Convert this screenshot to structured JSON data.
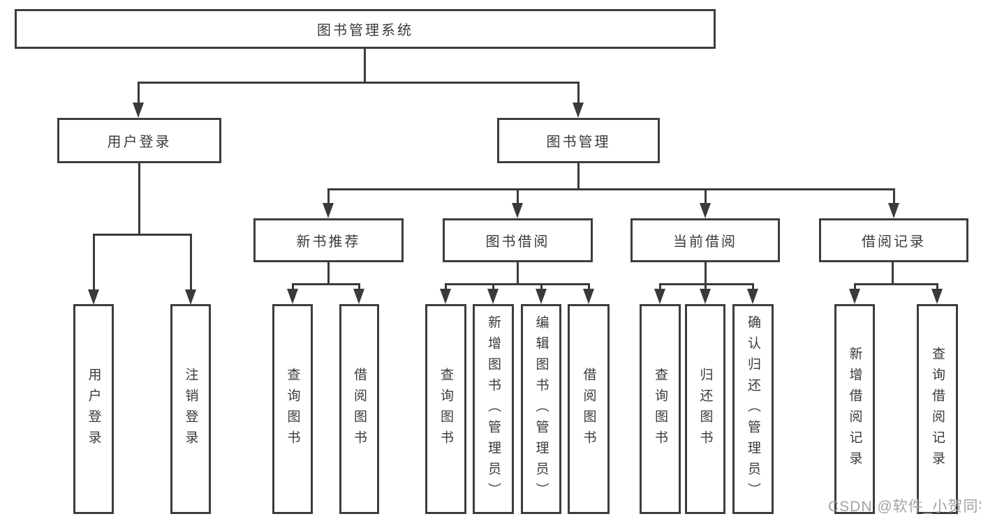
{
  "tree": {
    "root": "图书管理系统",
    "children": [
      {
        "label": "用户登录",
        "children": [
          {
            "label": "用户登录"
          },
          {
            "label": "注销登录"
          }
        ]
      },
      {
        "label": "图书管理",
        "children": [
          {
            "label": "新书推荐",
            "children": [
              {
                "label": "查询图书"
              },
              {
                "label": "借阅图书"
              }
            ]
          },
          {
            "label": "图书借阅",
            "children": [
              {
                "label": "查询图书"
              },
              {
                "label": "新增图书（管理员）"
              },
              {
                "label": "编辑图书（管理员）"
              },
              {
                "label": "借阅图书"
              }
            ]
          },
          {
            "label": "当前借阅",
            "children": [
              {
                "label": "查询图书"
              },
              {
                "label": "归还图书"
              },
              {
                "label": "确认归还（管理员）"
              }
            ]
          },
          {
            "label": "借阅记录",
            "children": [
              {
                "label": "新增借阅记录"
              },
              {
                "label": "查询借阅记录"
              }
            ]
          }
        ]
      }
    ]
  },
  "watermark": {
    "text": "CSDN @软件_小贺同学",
    "color": "#a2a2a2"
  },
  "colors": {
    "line": "#3a3a3c",
    "box_border": "#3d3d3f",
    "box_text": "#3a3a3a",
    "background": "#ffffff"
  }
}
